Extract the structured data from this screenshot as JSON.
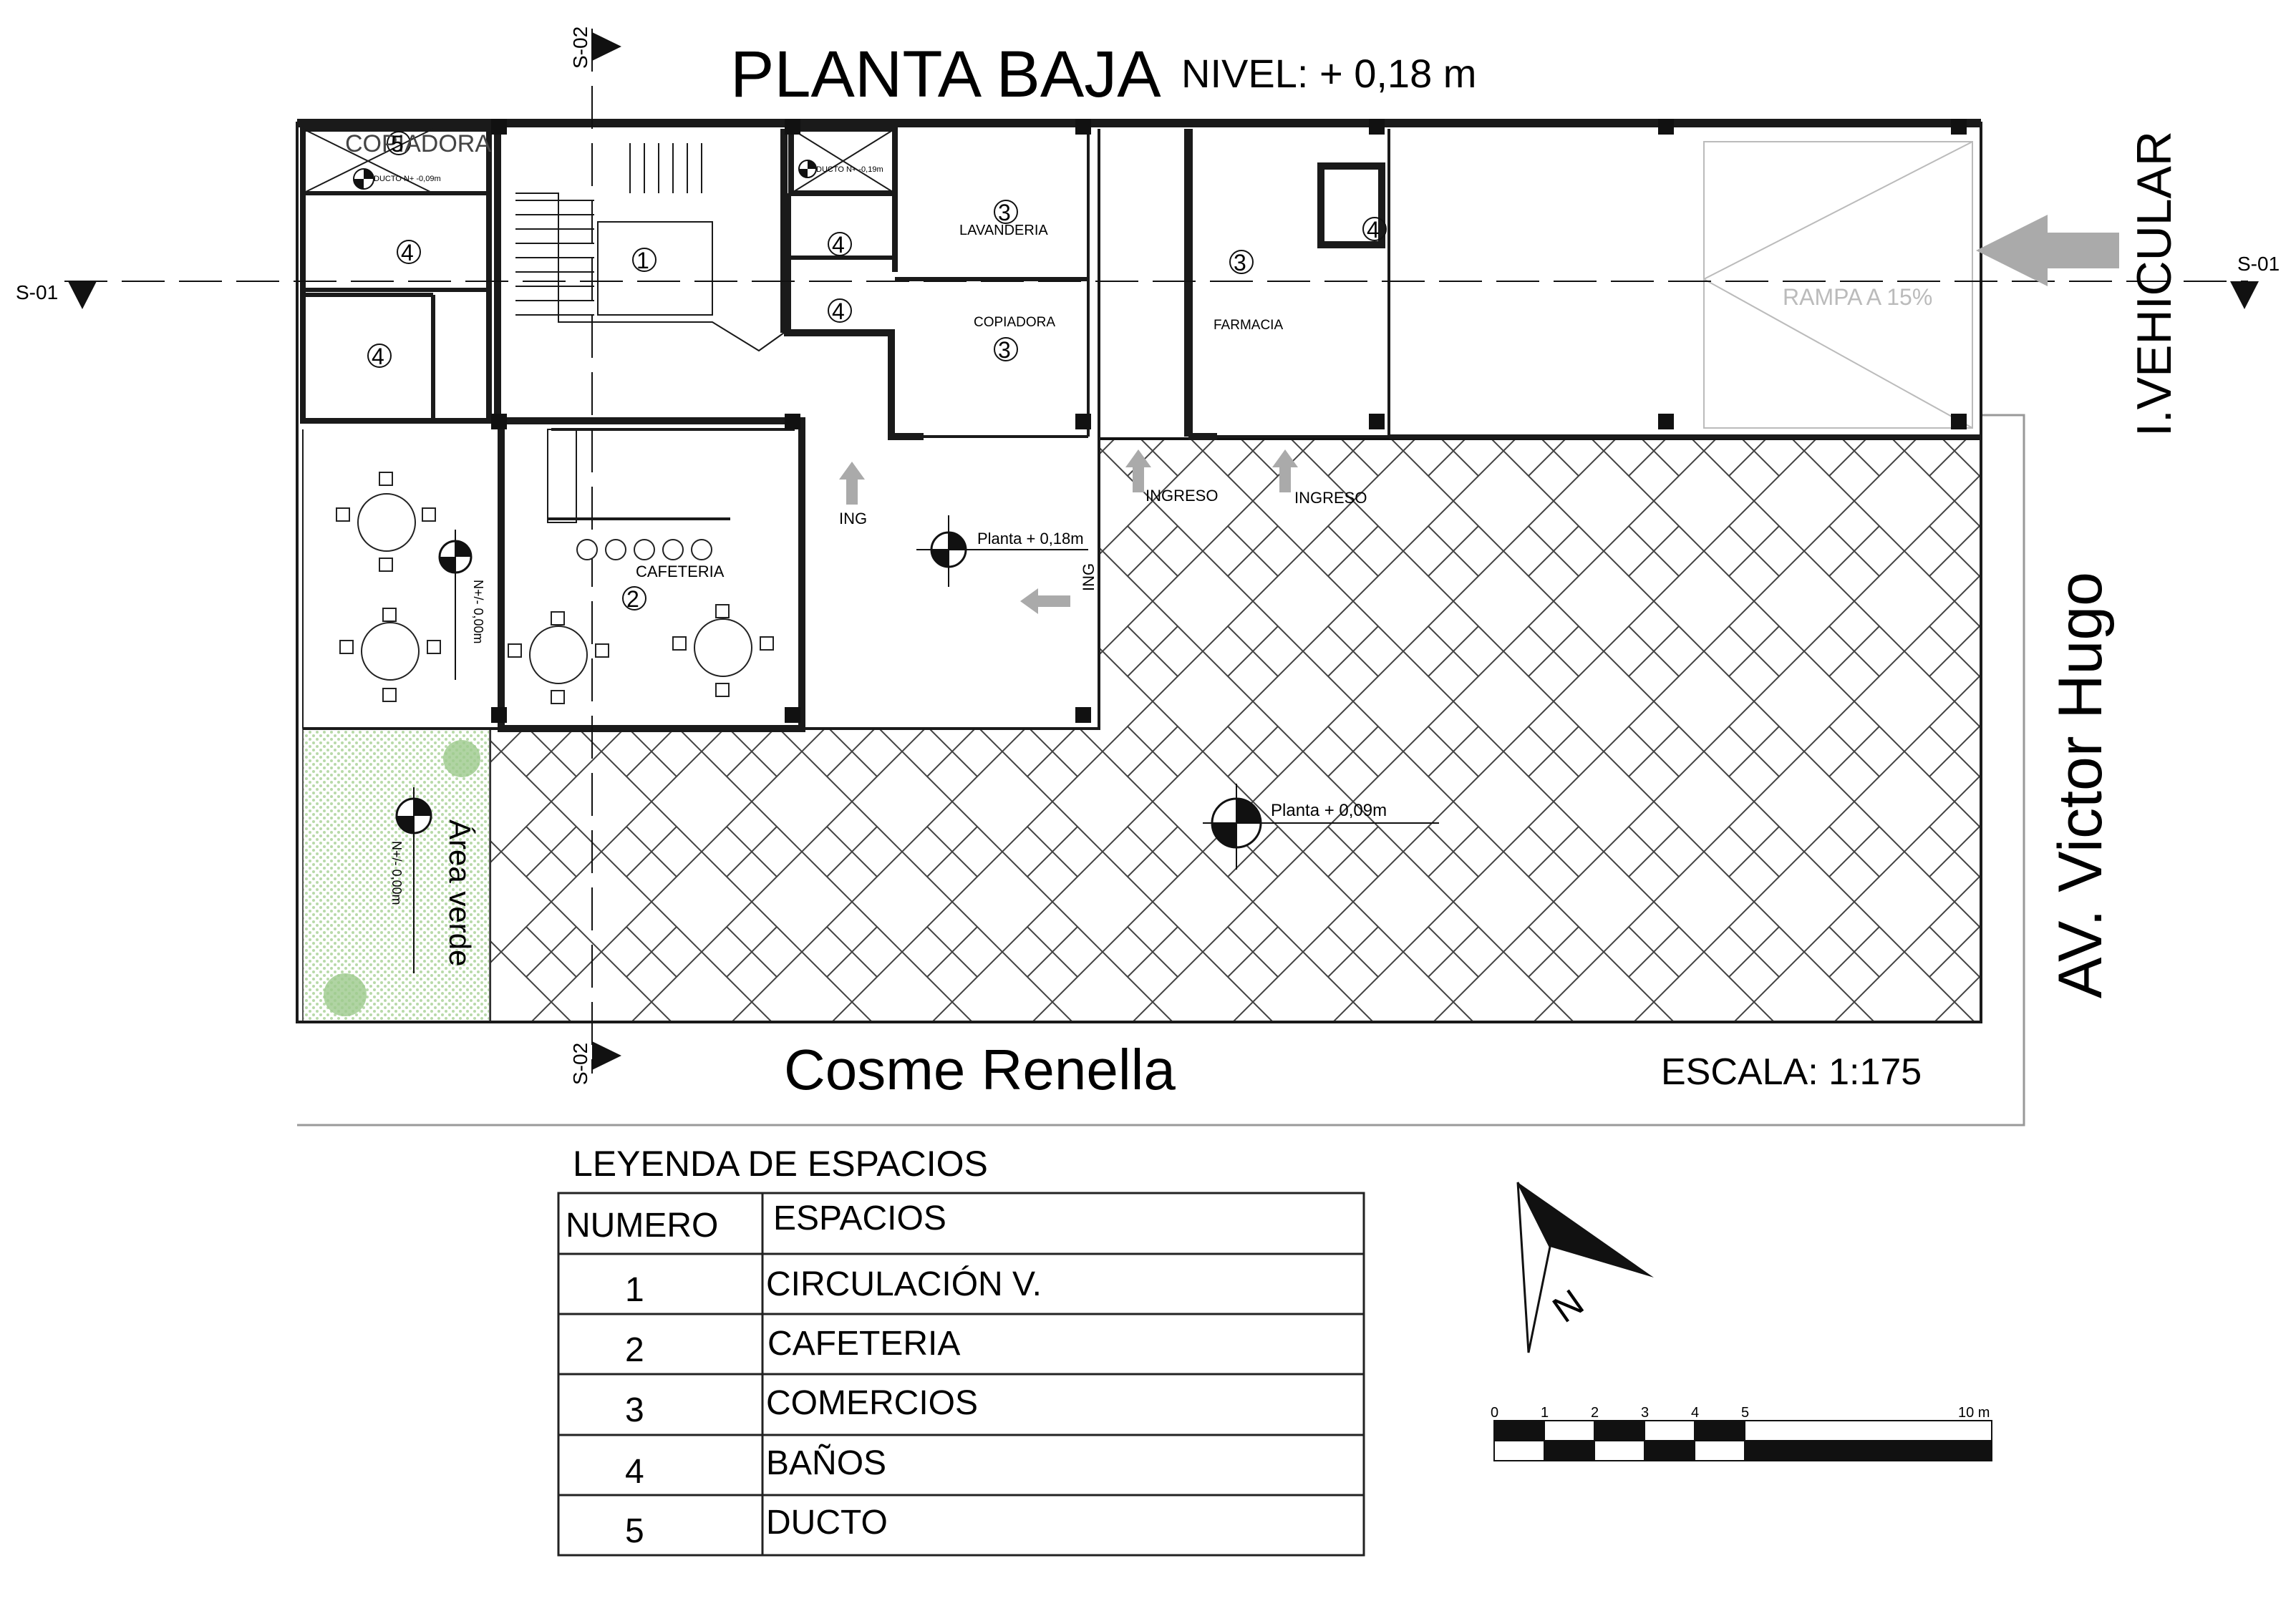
{
  "title": "PLANTA BAJA",
  "level": "NIVEL: + 0,18 m",
  "vehicle_entry": "I.VEHICULAR",
  "ramp": "RAMPA A 15%",
  "street_east": "AV. Victor Hugo",
  "street_south": "Cosme Renella",
  "scale": "ESCALA: 1:175",
  "section_marks": {
    "s01": "S-01",
    "s02": "S-02"
  },
  "rooms": {
    "copiadora_top": "COPIADORA",
    "lavanderia": "LAVANDERIA",
    "copiadora": "COPIADORA",
    "farmacia": "FARMACIA",
    "cafeteria": "CAFETERIA",
    "area_verde": "Área verde",
    "ducto_1": "DUCTO N+ -0,09m",
    "ducto_2": "DUCTO N+ -0,19m"
  },
  "room_numbers": {
    "one": "1",
    "two": "2",
    "three": "3",
    "four": "4",
    "five": "5"
  },
  "level_marks": {
    "planta_018": "Planta + 0,18m",
    "planta_009": "Planta + 0,09m",
    "n_000": "N+/- 0,00m"
  },
  "entries": {
    "ing": "ING",
    "ingreso": "INGRESO"
  },
  "legend": {
    "title": "LEYENDA DE ESPACIOS",
    "header": [
      "NUMERO",
      "ESPACIOS"
    ],
    "rows": [
      [
        "1",
        "CIRCULACIÓN V."
      ],
      [
        "2",
        "CAFETERIA"
      ],
      [
        "3",
        "COMERCIOS"
      ],
      [
        "4",
        "BAÑOS"
      ],
      [
        "5",
        "DUCTO"
      ]
    ]
  },
  "north": "N",
  "scale_bar": {
    "labels": [
      "0",
      "1",
      "2",
      "3",
      "4",
      "5",
      "10 m"
    ]
  },
  "colors": {
    "line": "#1a1a1a",
    "arrow_gray": "#aaaaaa",
    "green": "#a9cf9a",
    "ramp_text": "#bbbbbb"
  }
}
